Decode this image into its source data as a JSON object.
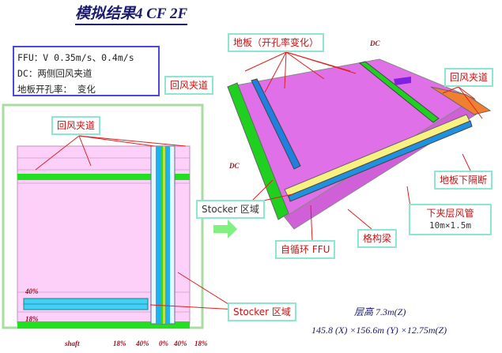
{
  "title": "模拟结果4 CF 2F",
  "info": {
    "line1": "FFU：V  0.35m/s、0.4m/s",
    "line2": "DC：两侧回风夹道",
    "line3": "地板开孔率：  变化"
  },
  "labels": {
    "floor": "地板（开孔率变化）",
    "return_left": "回风夹道",
    "return_right": "回风夹道",
    "return_plan": "回风夹道",
    "floor_partition": "地板下隔断",
    "stocker_top": "Stocker 区域",
    "stocker_bottom": "Stocker 区域",
    "duct": "下夹层风管",
    "duct_size": "10m×1.5m",
    "beam": "格构梁",
    "ffu": "自循环 FFU",
    "dc_left": "DC",
    "dc_top": "DC"
  },
  "plan": {
    "pct_top": "40%",
    "pct_bottom": "18%",
    "shaft": "shaft",
    "column_pcts": [
      "18%",
      "40%",
      "0%",
      "40%",
      "18%"
    ]
  },
  "dimensions": {
    "floor_height": "层高 7.3m(Z)",
    "overall": "145.8 (X) ×156.6m (Y) ×12.75m(Z)"
  }
}
